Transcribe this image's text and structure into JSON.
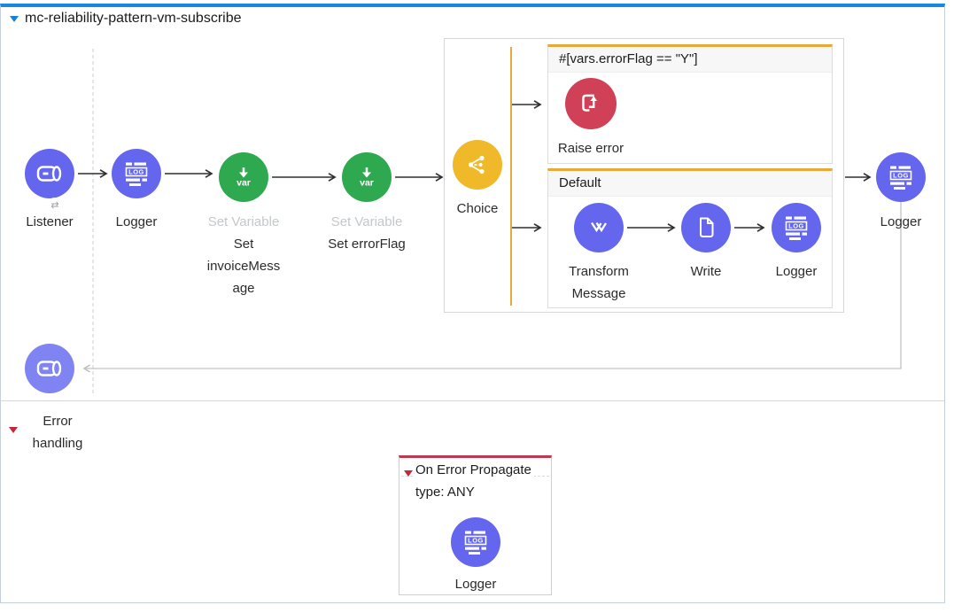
{
  "flow": {
    "title": "mc-reliability-pattern-vm-subscribe",
    "listener_label": "Listener",
    "logger_in_label": "Logger",
    "set_variable_1": {
      "type_label": "Set Variable",
      "display_name": "Set invoiceMessage"
    },
    "set_variable_2": {
      "type_label": "Set Variable",
      "display_name": "Set errorFlag"
    },
    "choice_label": "Choice",
    "when_branch": {
      "condition": "#[vars.errorFlag == \"Y\"]",
      "raise_error_label": "Raise error"
    },
    "default_branch": {
      "header": "Default",
      "transform_label": "Transform Message",
      "write_label": "Write",
      "logger_label": "Logger"
    },
    "logger_out_label": "Logger",
    "sync_badge_glyph": "⇄"
  },
  "error_handling": {
    "section_label": "Error handling",
    "on_error_propagate": {
      "title": "On Error Propagate",
      "type_label": "type: ANY",
      "logger_label": "Logger"
    }
  },
  "icons": {
    "flow_collapse": "chevron-down-triangle",
    "listener": "vm-queue-cylinder",
    "logger": "log-lines",
    "set_variable": "arrow-down-var",
    "choice": "branch-fork",
    "raise_error": "bracket-arrow-up",
    "transform": "dataweave-double-chevron",
    "write": "document-file",
    "vm_publish": "vm-queue-cylinder",
    "sync_badge": "swap-arrows"
  },
  "colors": {
    "frame_top": "#1788DF",
    "frame_border": "#C6D0DB",
    "connector": "#2F2F2F",
    "return_connector": "#C2C2C2",
    "indigo_node": "#6467EE",
    "indigo_node_light": "#8083F2",
    "green_node": "#2EA94F",
    "yellow_node": "#EFB929",
    "gold_accent": "#E8A93B",
    "red_node": "#D04056",
    "error_accent": "#BE3A53"
  }
}
